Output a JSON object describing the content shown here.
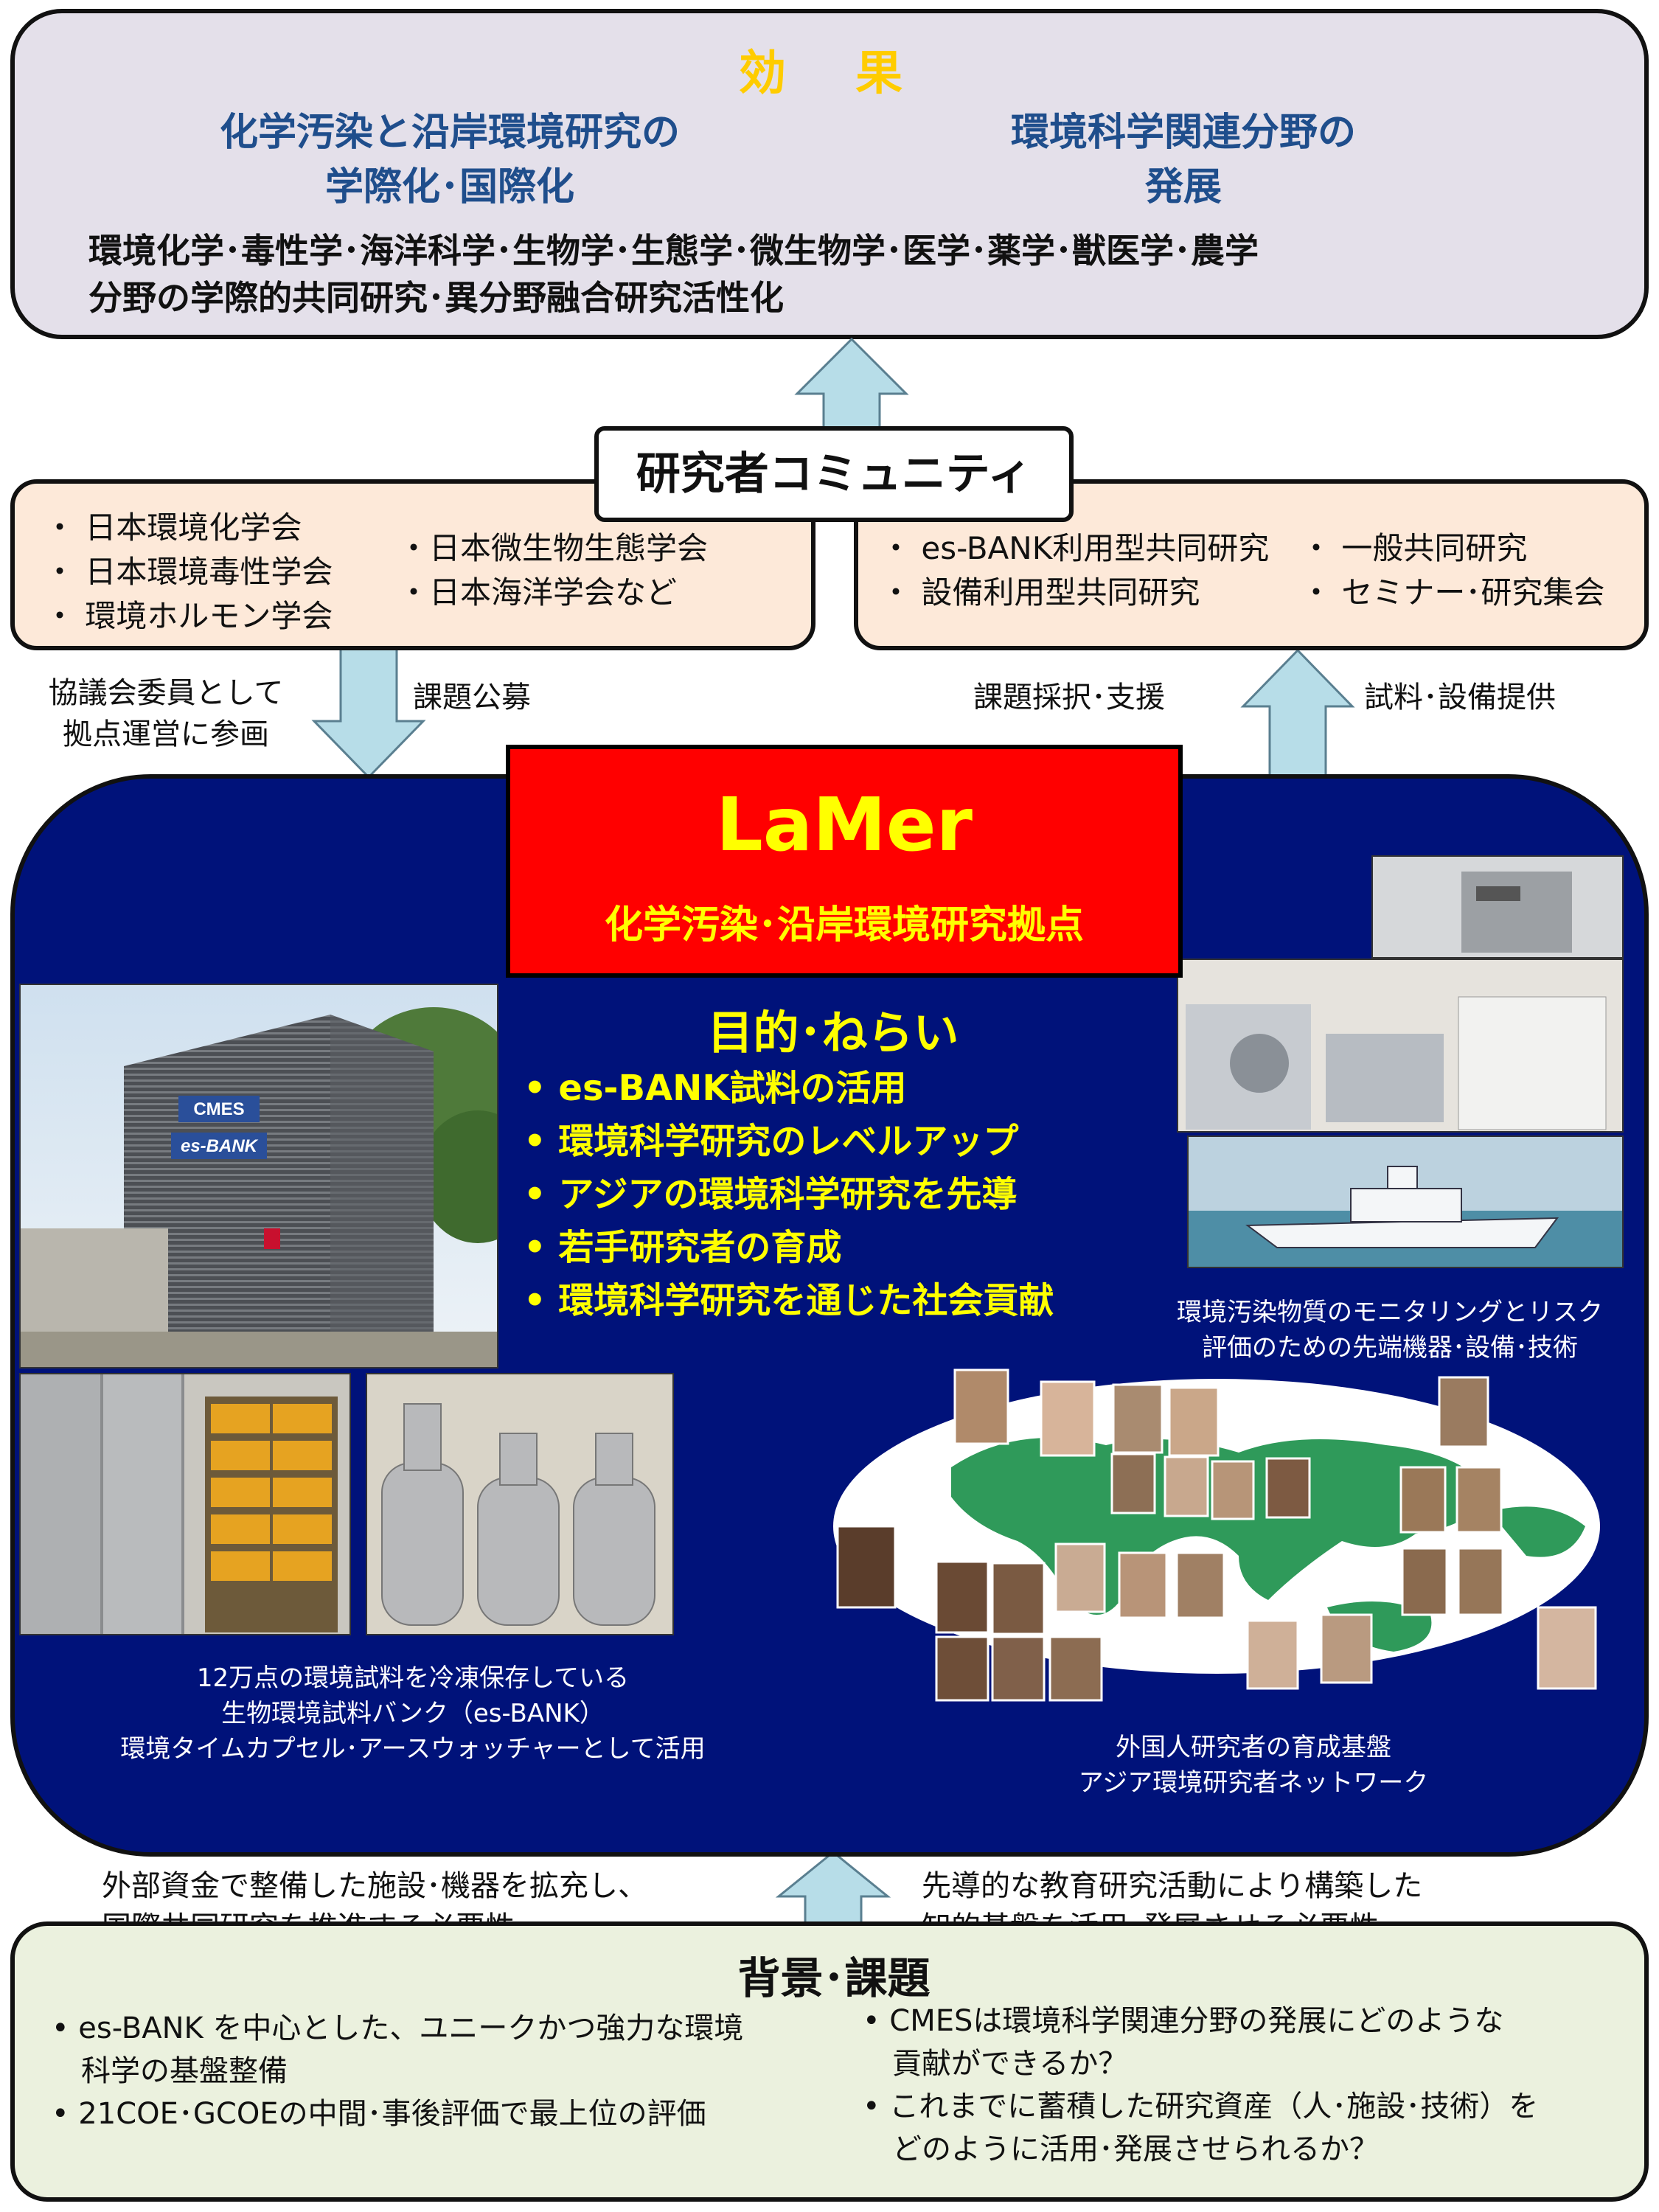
{
  "effects": {
    "title": "効 果",
    "sub_left_1": "化学汚染と沿岸環境研究の",
    "sub_left_2": "学際化･国際化",
    "sub_right_1": "環境科学関連分野の",
    "sub_right_2": "発展",
    "body_1": "環境化学･毒性学･海洋科学･生物学･生態学･微生物学･医学･薬学･獣医学･農学",
    "body_2": "分野の学際的共同研究･異分野融合研究活性化"
  },
  "community": {
    "label": "研究者コミュニティ",
    "societies": [
      "・ 日本環境化学会",
      "・ 日本環境毒性学会",
      "・ 環境ホルモン学会",
      "・日本微生物生態学会",
      "・日本海洋学会など"
    ],
    "programs": [
      "・ es-BANK利用型共同研究",
      "・ 設備利用型共同研究",
      "・ 一般共同研究",
      "・ セミナー･研究集会"
    ]
  },
  "flows": {
    "left_1": "協議会委員として",
    "left_2": "拠点運営に参画",
    "call": "課題公募",
    "adopt": "課題採択･支援",
    "provide": "試料･設備提供",
    "bottom_left_1": "外部資金で整備した施設･機器を拡充し、",
    "bottom_left_2": "国際共同研究を推進する必要性",
    "bottom_right_1": "先導的な教育研究活動により構築した",
    "bottom_right_2": "知的基盤を活用･発展させる必要性"
  },
  "lamer": {
    "title": "LaMer",
    "subtitle": "化学汚染･沿岸環境研究拠点"
  },
  "purpose": {
    "title": "目的･ねらい",
    "items": [
      "• es-BANK試料の活用",
      "• 環境科学研究のレベルアップ",
      "• アジアの環境科学研究を先導",
      "• 若手研究者の育成",
      "• 環境科学研究を通じた社会貢献"
    ]
  },
  "captions": {
    "equipment_1": "環境汚染物質のモニタリングとリスク",
    "equipment_2": "評価のための先端機器･設備･技術",
    "bank_1": "12万点の環境試料を冷凍保存している",
    "bank_2": "生物環境試料バンク（es-BANK）",
    "bank_3": "環境タイムカプセル･アースウォッチャーとして活用",
    "network_1": "外国人研究者の育成基盤",
    "network_2": "アジア環境研究者ネットワーク"
  },
  "building": {
    "sign_1": "CMES",
    "sign_2": "es-BANK"
  },
  "background": {
    "title": "背景･課題",
    "left_1": "• es-BANK を中心とした、ユニークかつ強力な環境",
    "left_2": "科学の基盤整備",
    "left_3": "• 21COE･GCOEの中間･事後評価で最上位の評価",
    "right_1": "• CMESは環境科学関連分野の発展にどのような",
    "right_2": "貢献ができるか？",
    "right_3": "• これまでに蓄積した研究資産（人･施設･技術）を",
    "right_4": "どのように活用･発展させられるか？"
  },
  "colors": {
    "effects_bg": "#e4e0ea",
    "community_bg": "#fde9d9",
    "main_bg": "#00127a",
    "lamer_bg": "#ff0000",
    "accent_yellow": "#ffff00",
    "arrow_fill": "#b7dde8",
    "background_bg": "#ebf1de"
  }
}
